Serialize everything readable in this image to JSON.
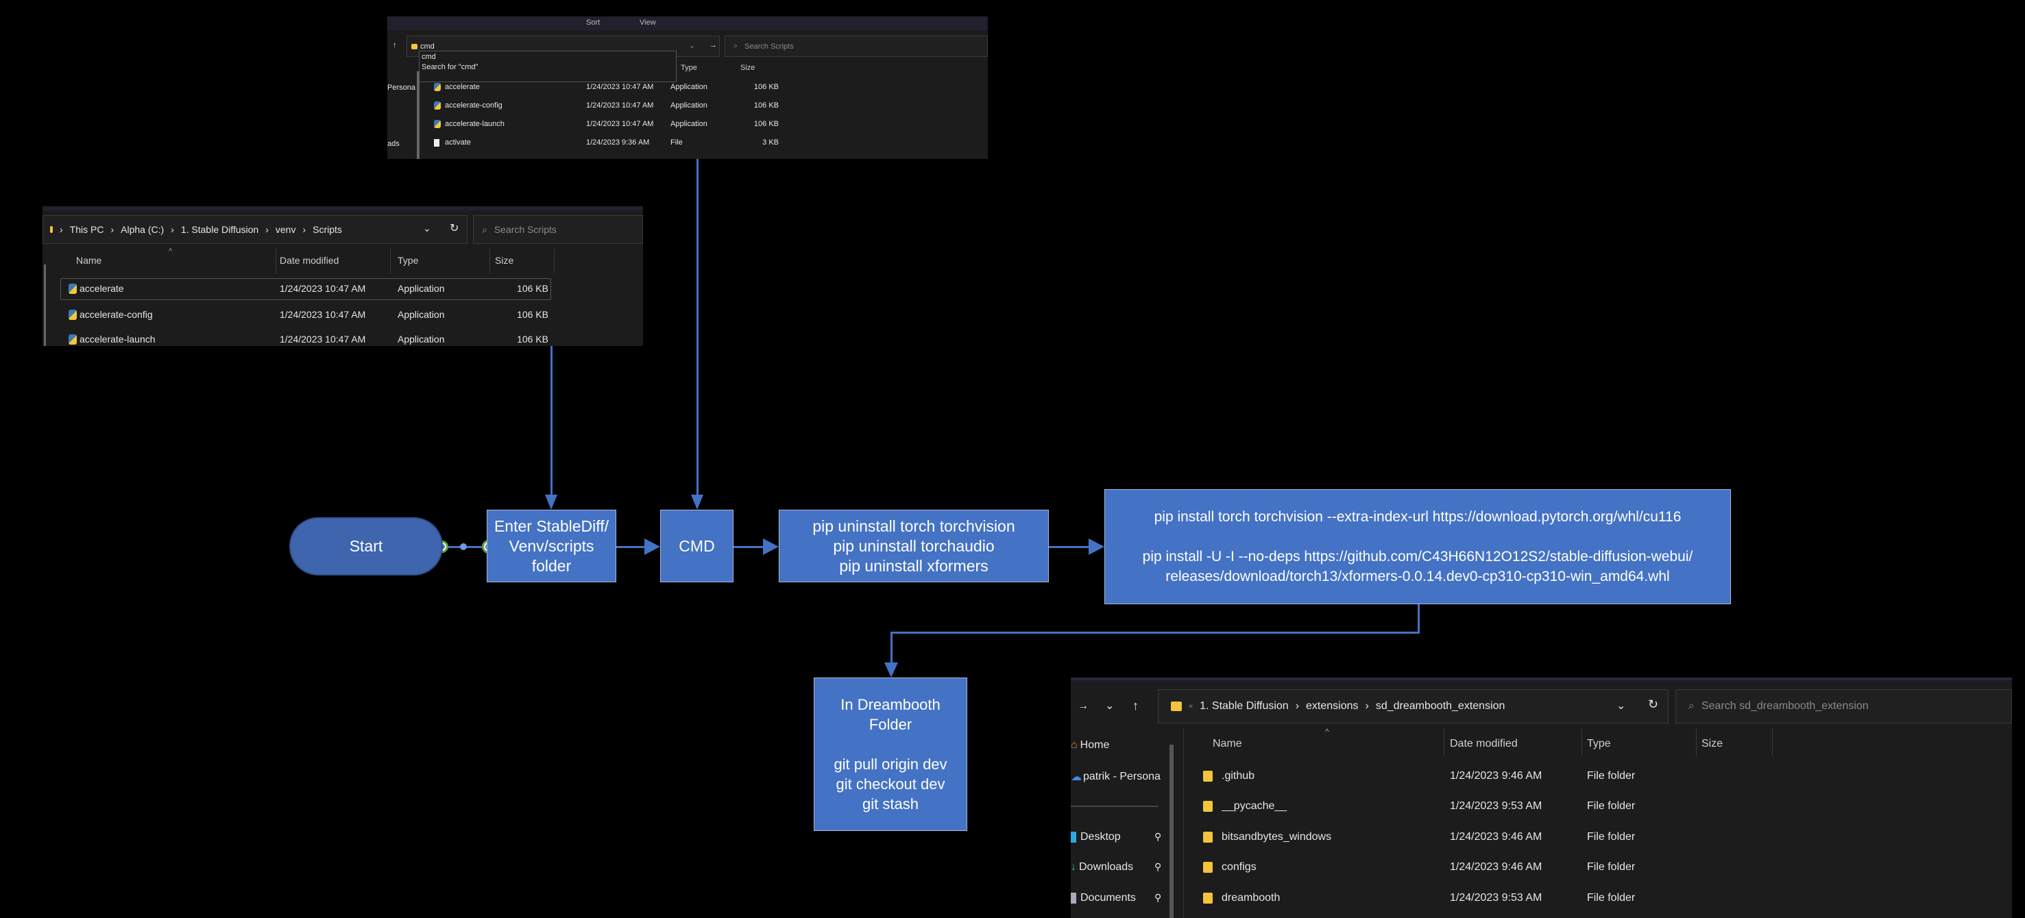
{
  "top_window": {
    "toolbar": [
      "Sort",
      "View"
    ],
    "address_value": "cmd",
    "search_placeholder": "Search Scripts",
    "suggestions": [
      "cmd",
      "Search for \"cmd\""
    ],
    "headers": {
      "type": "Type",
      "size": "Size"
    },
    "sidebar": [
      "Persona",
      "ads"
    ],
    "files": [
      {
        "name": "accelerate",
        "date": "1/24/2023 10:47 AM",
        "type": "Application",
        "size": "106 KB"
      },
      {
        "name": "accelerate-config",
        "date": "1/24/2023 10:47 AM",
        "type": "Application",
        "size": "106 KB"
      },
      {
        "name": "accelerate-launch",
        "date": "1/24/2023 10:47 AM",
        "type": "Application",
        "size": "106 KB"
      },
      {
        "name": "activate",
        "date": "1/24/2023 9:36 AM",
        "type": "File",
        "size": "3 KB"
      }
    ]
  },
  "left_window": {
    "breadcrumb": [
      "This PC",
      "Alpha (C:)",
      "1. Stable Diffusion",
      "venv",
      "Scripts"
    ],
    "search_placeholder": "Search Scripts",
    "headers": {
      "name": "Name",
      "date": "Date modified",
      "type": "Type",
      "size": "Size"
    },
    "files": [
      {
        "name": "accelerate",
        "date": "1/24/2023 10:47 AM",
        "type": "Application",
        "size": "106 KB"
      },
      {
        "name": "accelerate-config",
        "date": "1/24/2023 10:47 AM",
        "type": "Application",
        "size": "106 KB"
      },
      {
        "name": "accelerate-launch",
        "date": "1/24/2023 10:47 AM",
        "type": "Application",
        "size": "106 KB"
      }
    ]
  },
  "bottom_window": {
    "breadcrumb": [
      "1. Stable Diffusion",
      "extensions",
      "sd_dreambooth_extension"
    ],
    "search_placeholder": "Search sd_dreambooth_extension",
    "headers": {
      "name": "Name",
      "date": "Date modified",
      "type": "Type",
      "size": "Size"
    },
    "sidebar": [
      "Home",
      "patrik - Persona",
      "Desktop",
      "Downloads",
      "Documents"
    ],
    "files": [
      {
        "name": ".github",
        "date": "1/24/2023 9:46 AM",
        "type": "File folder"
      },
      {
        "name": "__pycache__",
        "date": "1/24/2023 9:53 AM",
        "type": "File folder"
      },
      {
        "name": "bitsandbytes_windows",
        "date": "1/24/2023 9:46 AM",
        "type": "File folder"
      },
      {
        "name": "configs",
        "date": "1/24/2023 9:46 AM",
        "type": "File folder"
      },
      {
        "name": "dreambooth",
        "date": "1/24/2023 9:53 AM",
        "type": "File folder"
      }
    ]
  },
  "flow": {
    "start": "Start",
    "enter": [
      "Enter StableDiff/",
      "Venv/scripts",
      "folder"
    ],
    "cmd": "CMD",
    "uninstall": [
      "pip uninstall torch torchvision",
      "pip uninstall torchaudio",
      "pip uninstall xformers"
    ],
    "install": [
      "pip install torch torchvision --extra-index-url https://download.pytorch.org/whl/cu116",
      "pip install -U -I --no-deps https://github.com/C43H66N12O12S2/stable-diffusion-webui/",
      "releases/download/torch13/xformers-0.0.14.dev0-cp310-cp310-win_amd64.whl"
    ],
    "dreambooth": [
      "In Dreambooth",
      "Folder",
      "git pull origin dev",
      "git checkout dev",
      "git stash"
    ]
  },
  "colors": {
    "node": "#4472c4",
    "start": "#3e65ad",
    "connector": "#4472c4",
    "background": "#000000"
  }
}
